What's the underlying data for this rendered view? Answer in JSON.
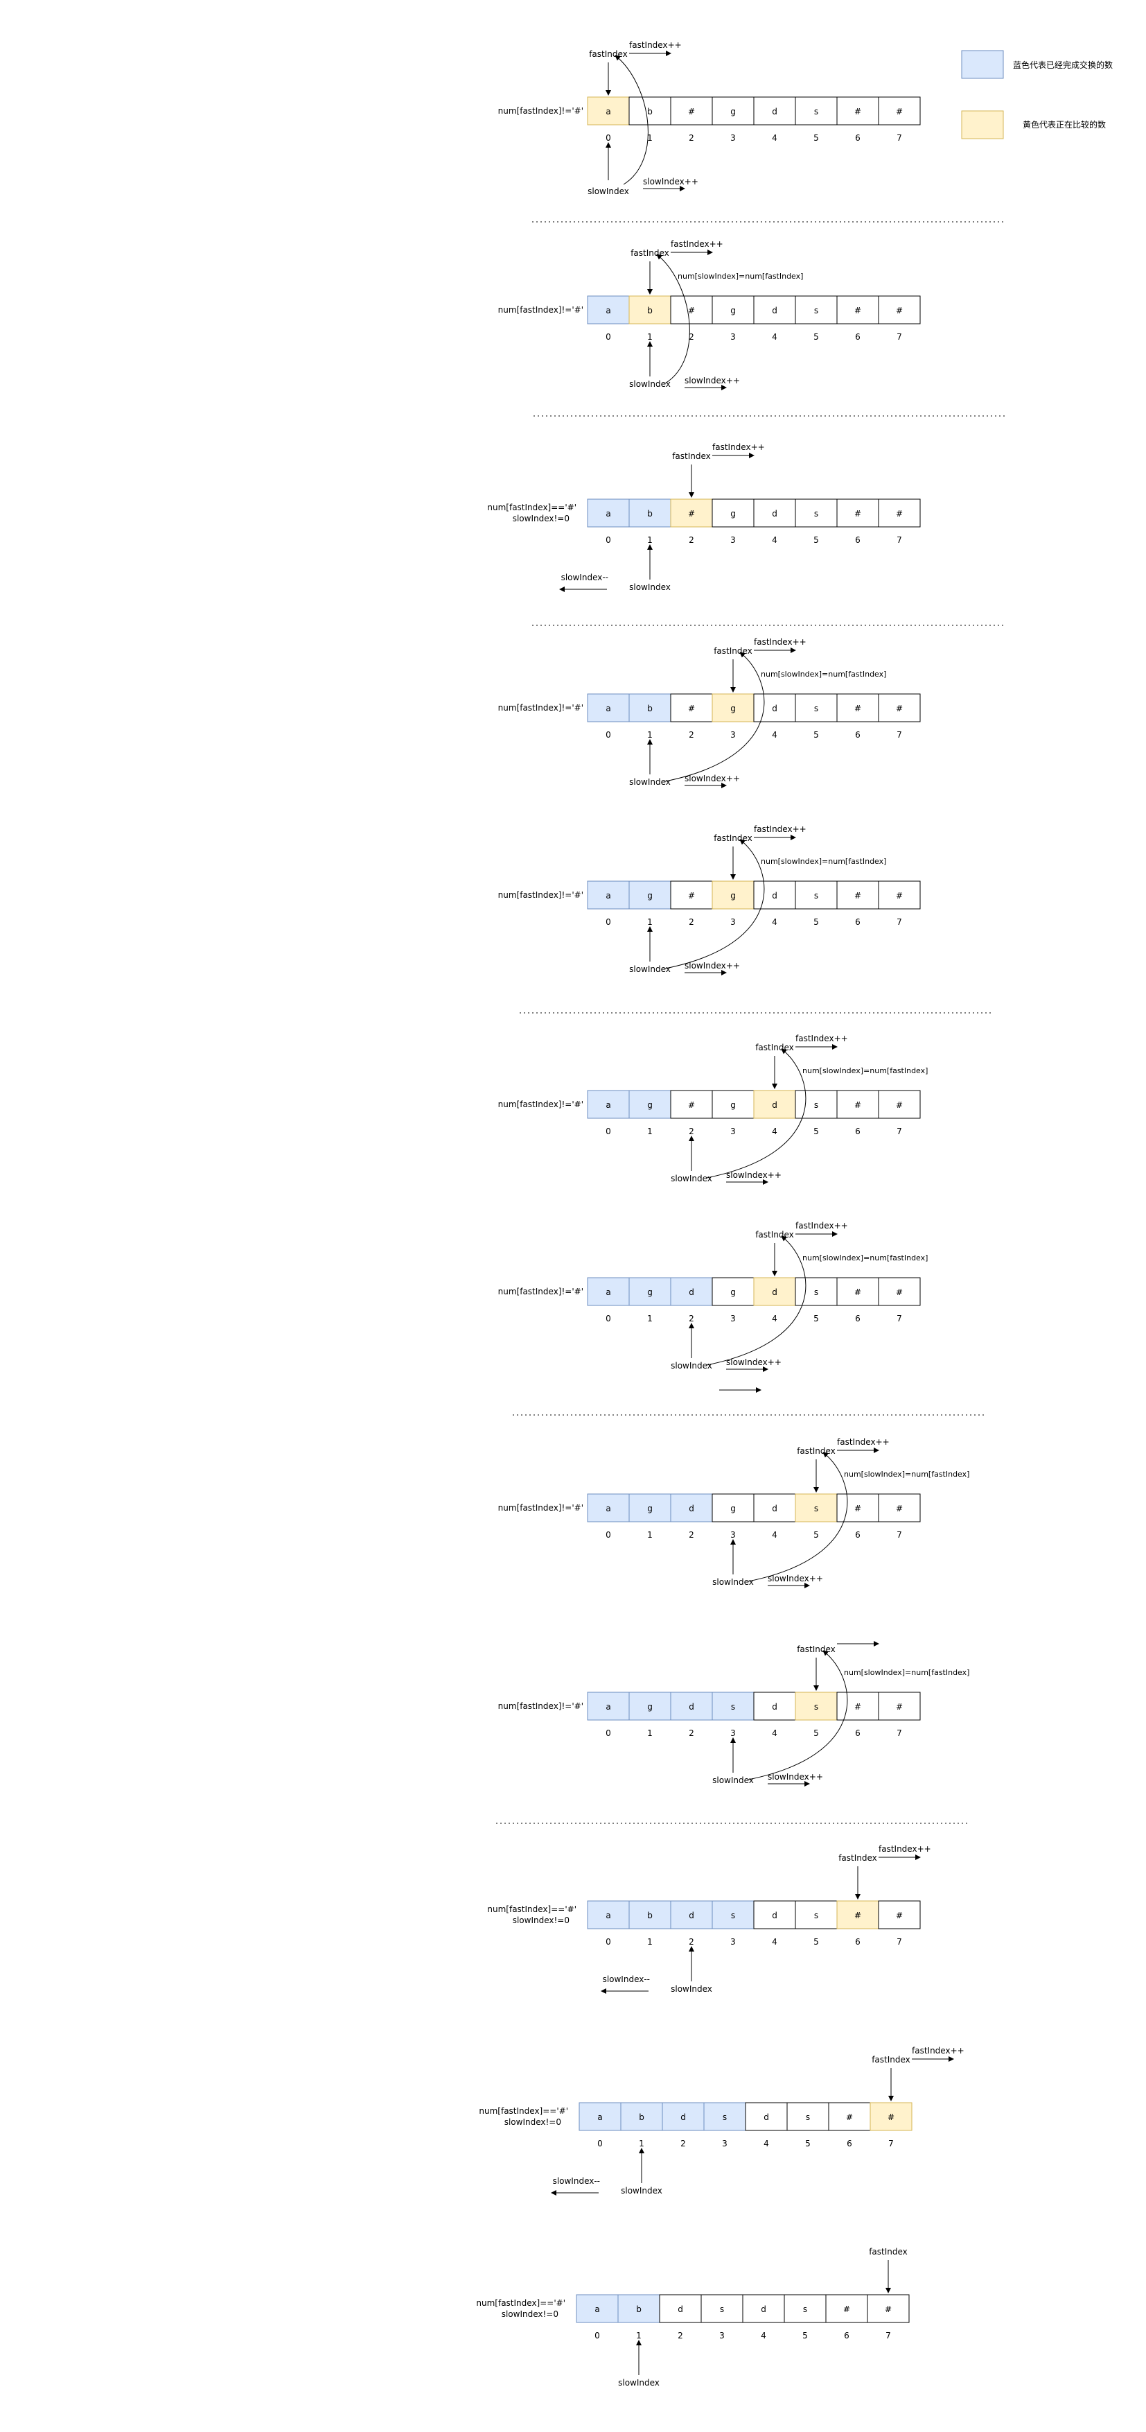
{
  "legend": {
    "blue_color": "#dae8fc",
    "yellow_color": "#fff2cc",
    "blue_text": "蓝色代表已经完成交换的数",
    "yellow_text": "黄色代表正在比较的数"
  },
  "labels": {
    "fast": "fastIndex",
    "slow": "slowIndex",
    "fast_inc": "fastIndex++",
    "slow_inc": "slowIndex++",
    "slow_dec": "slowIndex--",
    "assign": "num[slowIndex]=num[fastIndex]"
  },
  "steps": [
    {
      "cond": [
        "num[fastIndex]!='#'"
      ],
      "cells": [
        "a",
        "b",
        "#",
        "g",
        "d",
        "s",
        "#",
        "#"
      ],
      "fill": [
        "y",
        "w",
        "w",
        "w",
        "w",
        "w",
        "w",
        "w"
      ],
      "fast": 0,
      "slow": 0,
      "fastInc": true,
      "slowNote": "inc",
      "assign": false,
      "curve": true
    },
    {
      "cond": [
        "num[fastIndex]!='#'"
      ],
      "cells": [
        "a",
        "b",
        "#",
        "g",
        "d",
        "s",
        "#",
        "#"
      ],
      "fill": [
        "b",
        "y",
        "w",
        "w",
        "w",
        "w",
        "w",
        "w"
      ],
      "fast": 1,
      "slow": 1,
      "fastInc": true,
      "slowNote": "inc",
      "assign": true,
      "curve": true
    },
    {
      "cond": [
        "num[fastIndex]=='#'",
        "slowIndex!=0"
      ],
      "cells": [
        "a",
        "b",
        "#",
        "g",
        "d",
        "s",
        "#",
        "#"
      ],
      "fill": [
        "b",
        "b",
        "y",
        "w",
        "w",
        "w",
        "w",
        "w"
      ],
      "fast": 2,
      "slow": 1,
      "fastInc": true,
      "slowNote": "dec",
      "assign": false,
      "curve": false
    },
    {
      "cond": [
        "num[fastIndex]!='#'"
      ],
      "cells": [
        "a",
        "b",
        "#",
        "g",
        "d",
        "s",
        "#",
        "#"
      ],
      "fill": [
        "b",
        "b",
        "w",
        "y",
        "w",
        "w",
        "w",
        "w"
      ],
      "fast": 3,
      "slow": 1,
      "fastInc": true,
      "slowNote": "inc",
      "assign": true,
      "curve": true
    },
    {
      "cond": [
        "num[fastIndex]!='#'"
      ],
      "cells": [
        "a",
        "g",
        "#",
        "g",
        "d",
        "s",
        "#",
        "#"
      ],
      "fill": [
        "b",
        "b",
        "w",
        "y",
        "w",
        "w",
        "w",
        "w"
      ],
      "fast": 3,
      "slow": 1,
      "fastInc": true,
      "slowNote": "inc",
      "assign": true,
      "curve": true
    },
    {
      "cond": [
        "num[fastIndex]!='#'"
      ],
      "cells": [
        "a",
        "g",
        "#",
        "g",
        "d",
        "s",
        "#",
        "#"
      ],
      "fill": [
        "b",
        "b",
        "w",
        "w",
        "y",
        "w",
        "w",
        "w"
      ],
      "fast": 4,
      "slow": 2,
      "fastInc": true,
      "slowNote": "inc",
      "assign": true,
      "curve": true
    },
    {
      "cond": [
        "num[fastIndex]!='#'"
      ],
      "cells": [
        "a",
        "g",
        "d",
        "g",
        "d",
        "s",
        "#",
        "#"
      ],
      "fill": [
        "b",
        "b",
        "b",
        "w",
        "y",
        "w",
        "w",
        "w"
      ],
      "fast": 4,
      "slow": 2,
      "fastInc": true,
      "slowNote": "inc",
      "assign": true,
      "curve": true
    },
    {
      "cond": [
        "num[fastIndex]!='#'"
      ],
      "cells": [
        "a",
        "g",
        "d",
        "g",
        "d",
        "s",
        "#",
        "#"
      ],
      "fill": [
        "b",
        "b",
        "b",
        "w",
        "w",
        "y",
        "w",
        "w"
      ],
      "fast": 5,
      "slow": 3,
      "fastInc": true,
      "slowNote": "inc",
      "assign": true,
      "curve": true
    },
    {
      "cond": [
        "num[fastIndex]!='#'"
      ],
      "cells": [
        "a",
        "g",
        "d",
        "s",
        "d",
        "s",
        "#",
        "#"
      ],
      "fill": [
        "b",
        "b",
        "b",
        "b",
        "w",
        "y",
        "w",
        "w"
      ],
      "fast": 5,
      "slow": 3,
      "fastInc": false,
      "slowNote": "inc",
      "assign": true,
      "curve": true
    },
    {
      "cond": [
        "num[fastIndex]=='#'",
        "slowIndex!=0"
      ],
      "cells": [
        "a",
        "b",
        "d",
        "s",
        "d",
        "s",
        "#",
        "#"
      ],
      "fill": [
        "b",
        "b",
        "b",
        "b",
        "w",
        "w",
        "y",
        "w"
      ],
      "fast": 6,
      "slow": 2,
      "fastInc": true,
      "slowNote": "dec",
      "assign": false,
      "curve": false
    },
    {
      "cond": [
        "num[fastIndex]=='#'",
        "slowIndex!=0"
      ],
      "cells": [
        "a",
        "b",
        "d",
        "s",
        "d",
        "s",
        "#",
        "#"
      ],
      "fill": [
        "b",
        "b",
        "b",
        "b",
        "w",
        "w",
        "w",
        "y"
      ],
      "fast": 7,
      "slow": 1,
      "fastInc": true,
      "slowNote": "dec",
      "assign": false,
      "curve": false
    },
    {
      "cond": [
        "num[fastIndex]=='#'",
        "slowIndex!=0"
      ],
      "cells": [
        "a",
        "b",
        "d",
        "s",
        "d",
        "s",
        "#",
        "#"
      ],
      "fill": [
        "b",
        "b",
        "w",
        "w",
        "w",
        "w",
        "w",
        "w"
      ],
      "fast": 7,
      "slow": 1,
      "fastInc": false,
      "slowNote": "none",
      "assign": false,
      "curve": false
    }
  ]
}
